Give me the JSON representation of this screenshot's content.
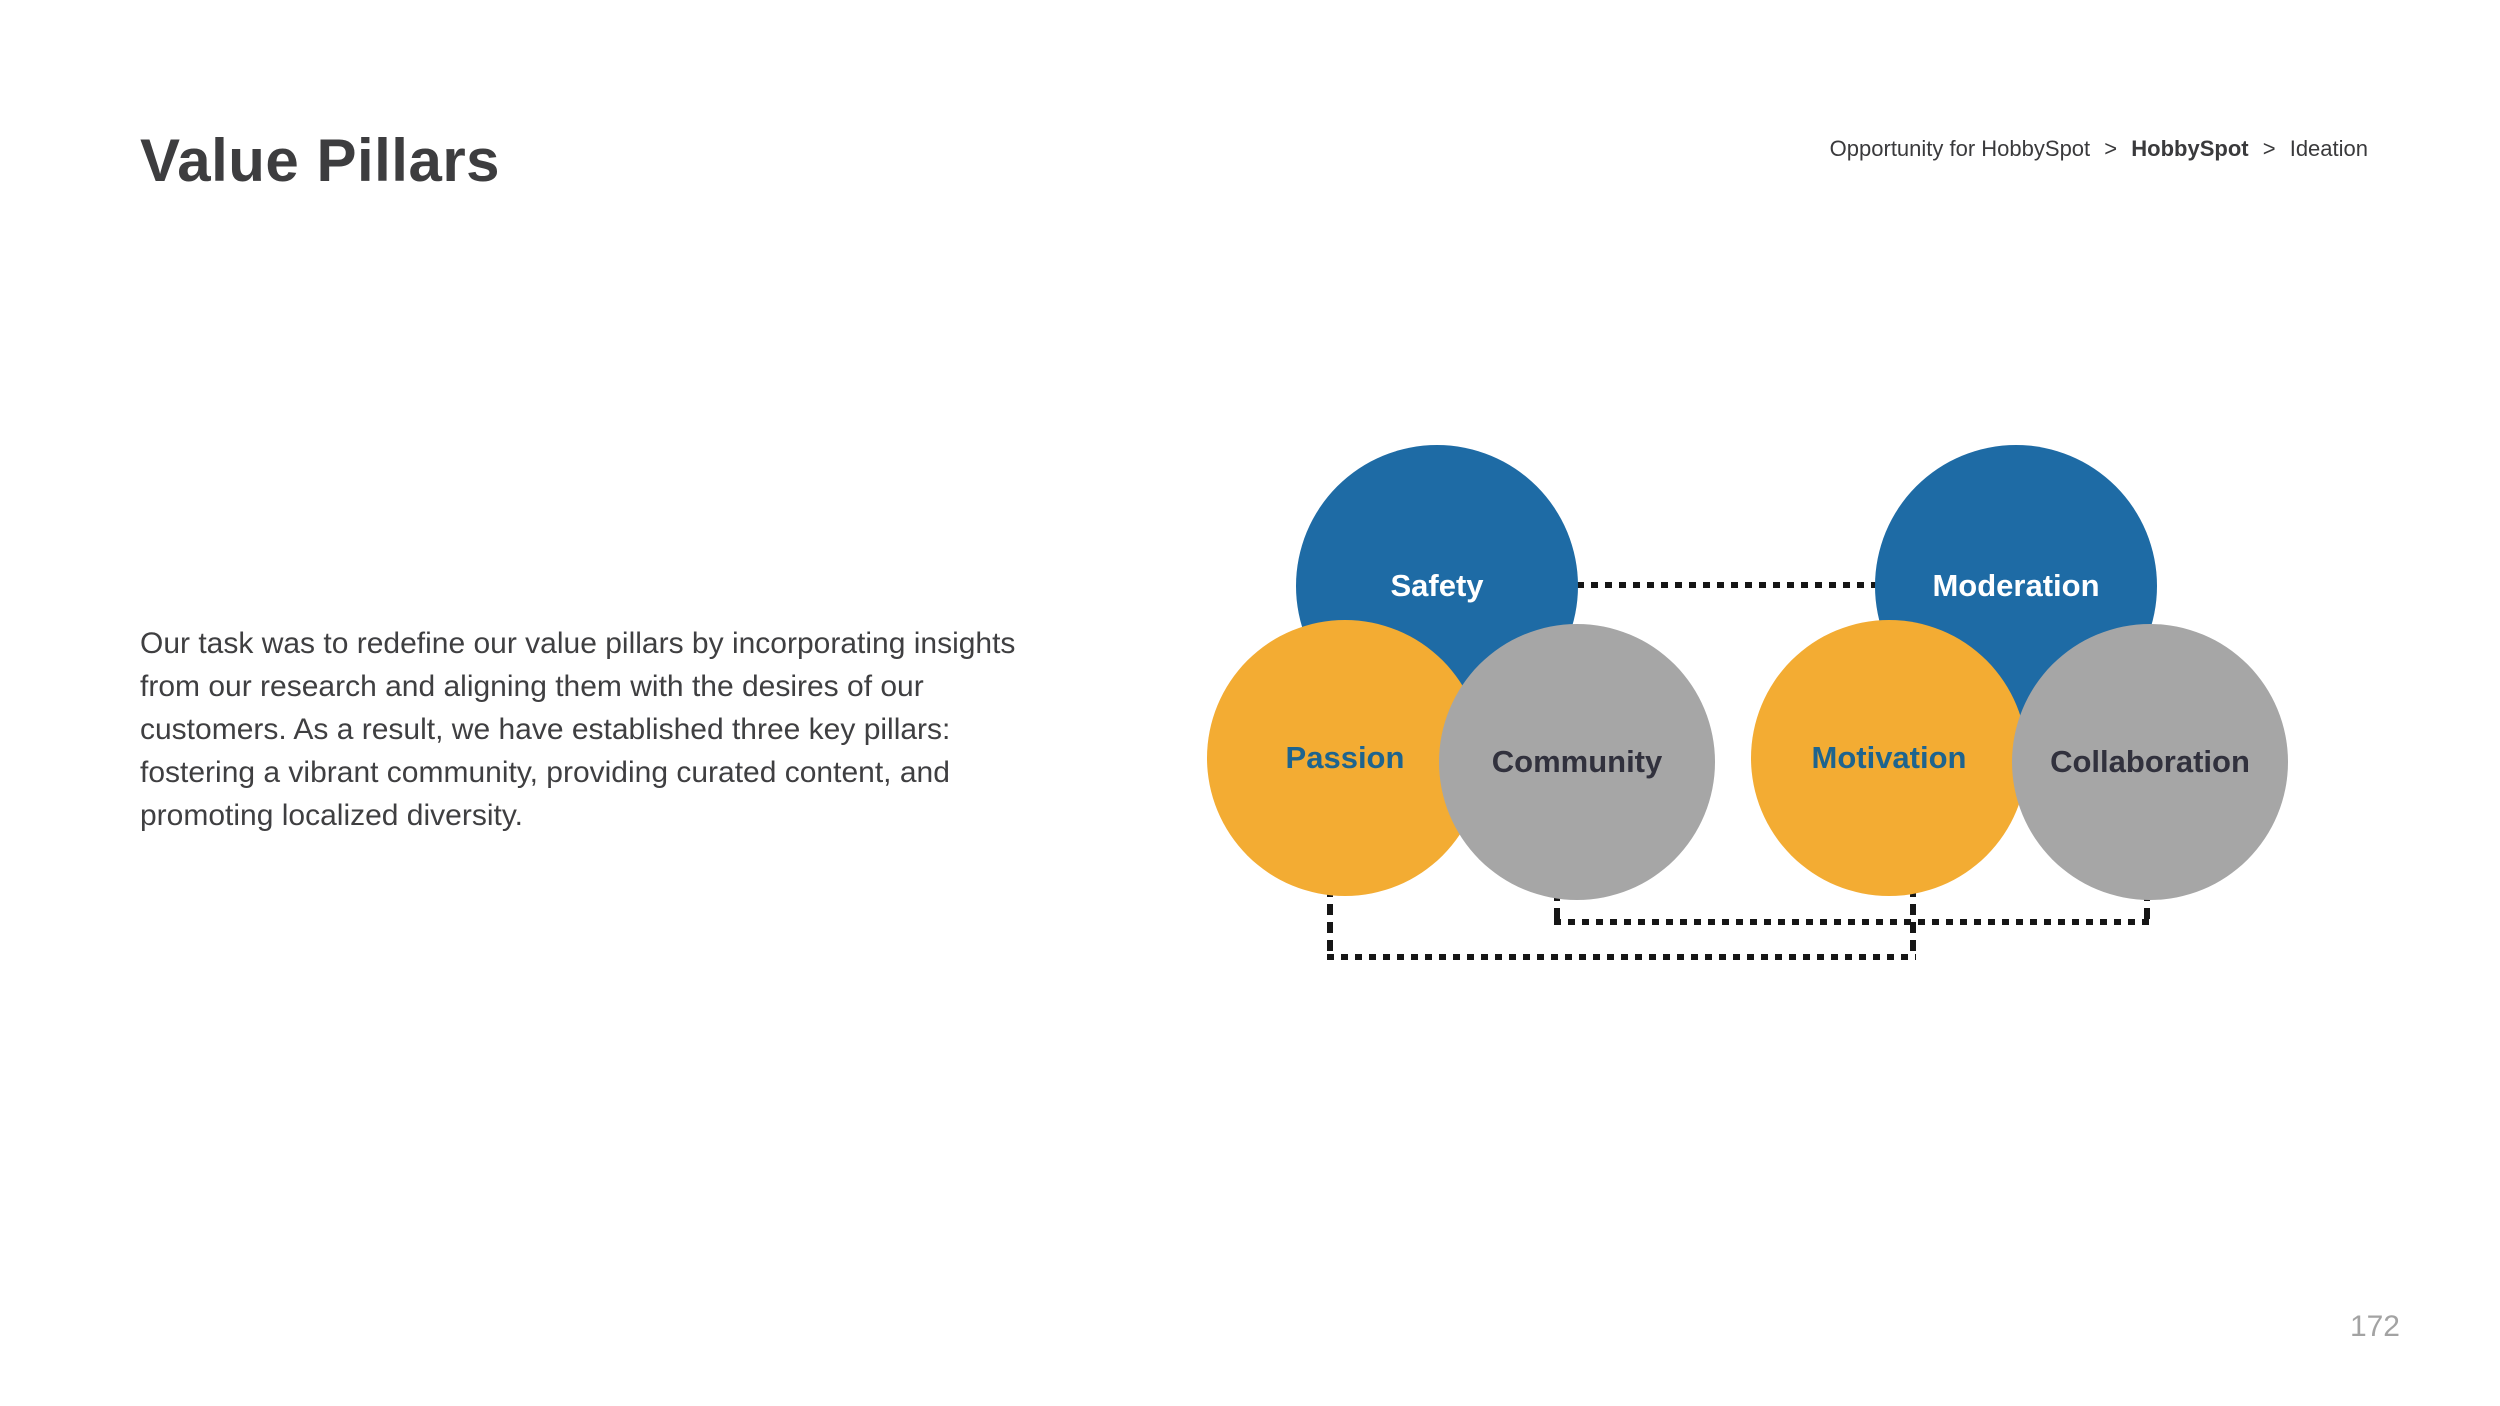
{
  "slide": {
    "title": "Value Pillars",
    "page_number": "172",
    "background_color": "#FFFFFF"
  },
  "breadcrumb": {
    "items": [
      {
        "label": "Opportunity for HobbySpot",
        "bold": false
      },
      {
        "label": "HobbySpot",
        "bold": true
      },
      {
        "label": "Ideation",
        "bold": false
      }
    ],
    "separator": ">"
  },
  "body": {
    "paragraph": "Our task was to redefine our value pillars by incorporating insights from our research and aligning them with the desires of our customers. As a result, we have established three key pillars: fostering a vibrant community, providing curated content, and promoting localized diversity."
  },
  "diagram": {
    "clusters": [
      {
        "top": {
          "label": "Safety",
          "circle_color": "#1E6BA5",
          "label_color": "#FFFFFF"
        },
        "left": {
          "label": "Passion",
          "circle_color": "#F3AC33",
          "label_color": "#1E648E"
        },
        "right": {
          "label": "Community",
          "circle_color": "#A6A6A6",
          "label_color": "#31313D"
        }
      },
      {
        "top": {
          "label": "Moderation",
          "circle_color": "#1E6BA5",
          "label_color": "#FFFFFF"
        },
        "left": {
          "label": "Motivation",
          "circle_color": "#F3AC33",
          "label_color": "#1E648E"
        },
        "right": {
          "label": "Collaboration",
          "circle_color": "#A6A6A6",
          "label_color": "#31313D"
        }
      }
    ],
    "connections": [
      {
        "from": "Safety",
        "to": "Moderation",
        "style": "dotted"
      },
      {
        "from": "Passion",
        "to": "Motivation",
        "style": "dotted"
      },
      {
        "from": "Community",
        "to": "Collaboration",
        "style": "dotted"
      }
    ],
    "connector_color": "#161616"
  }
}
